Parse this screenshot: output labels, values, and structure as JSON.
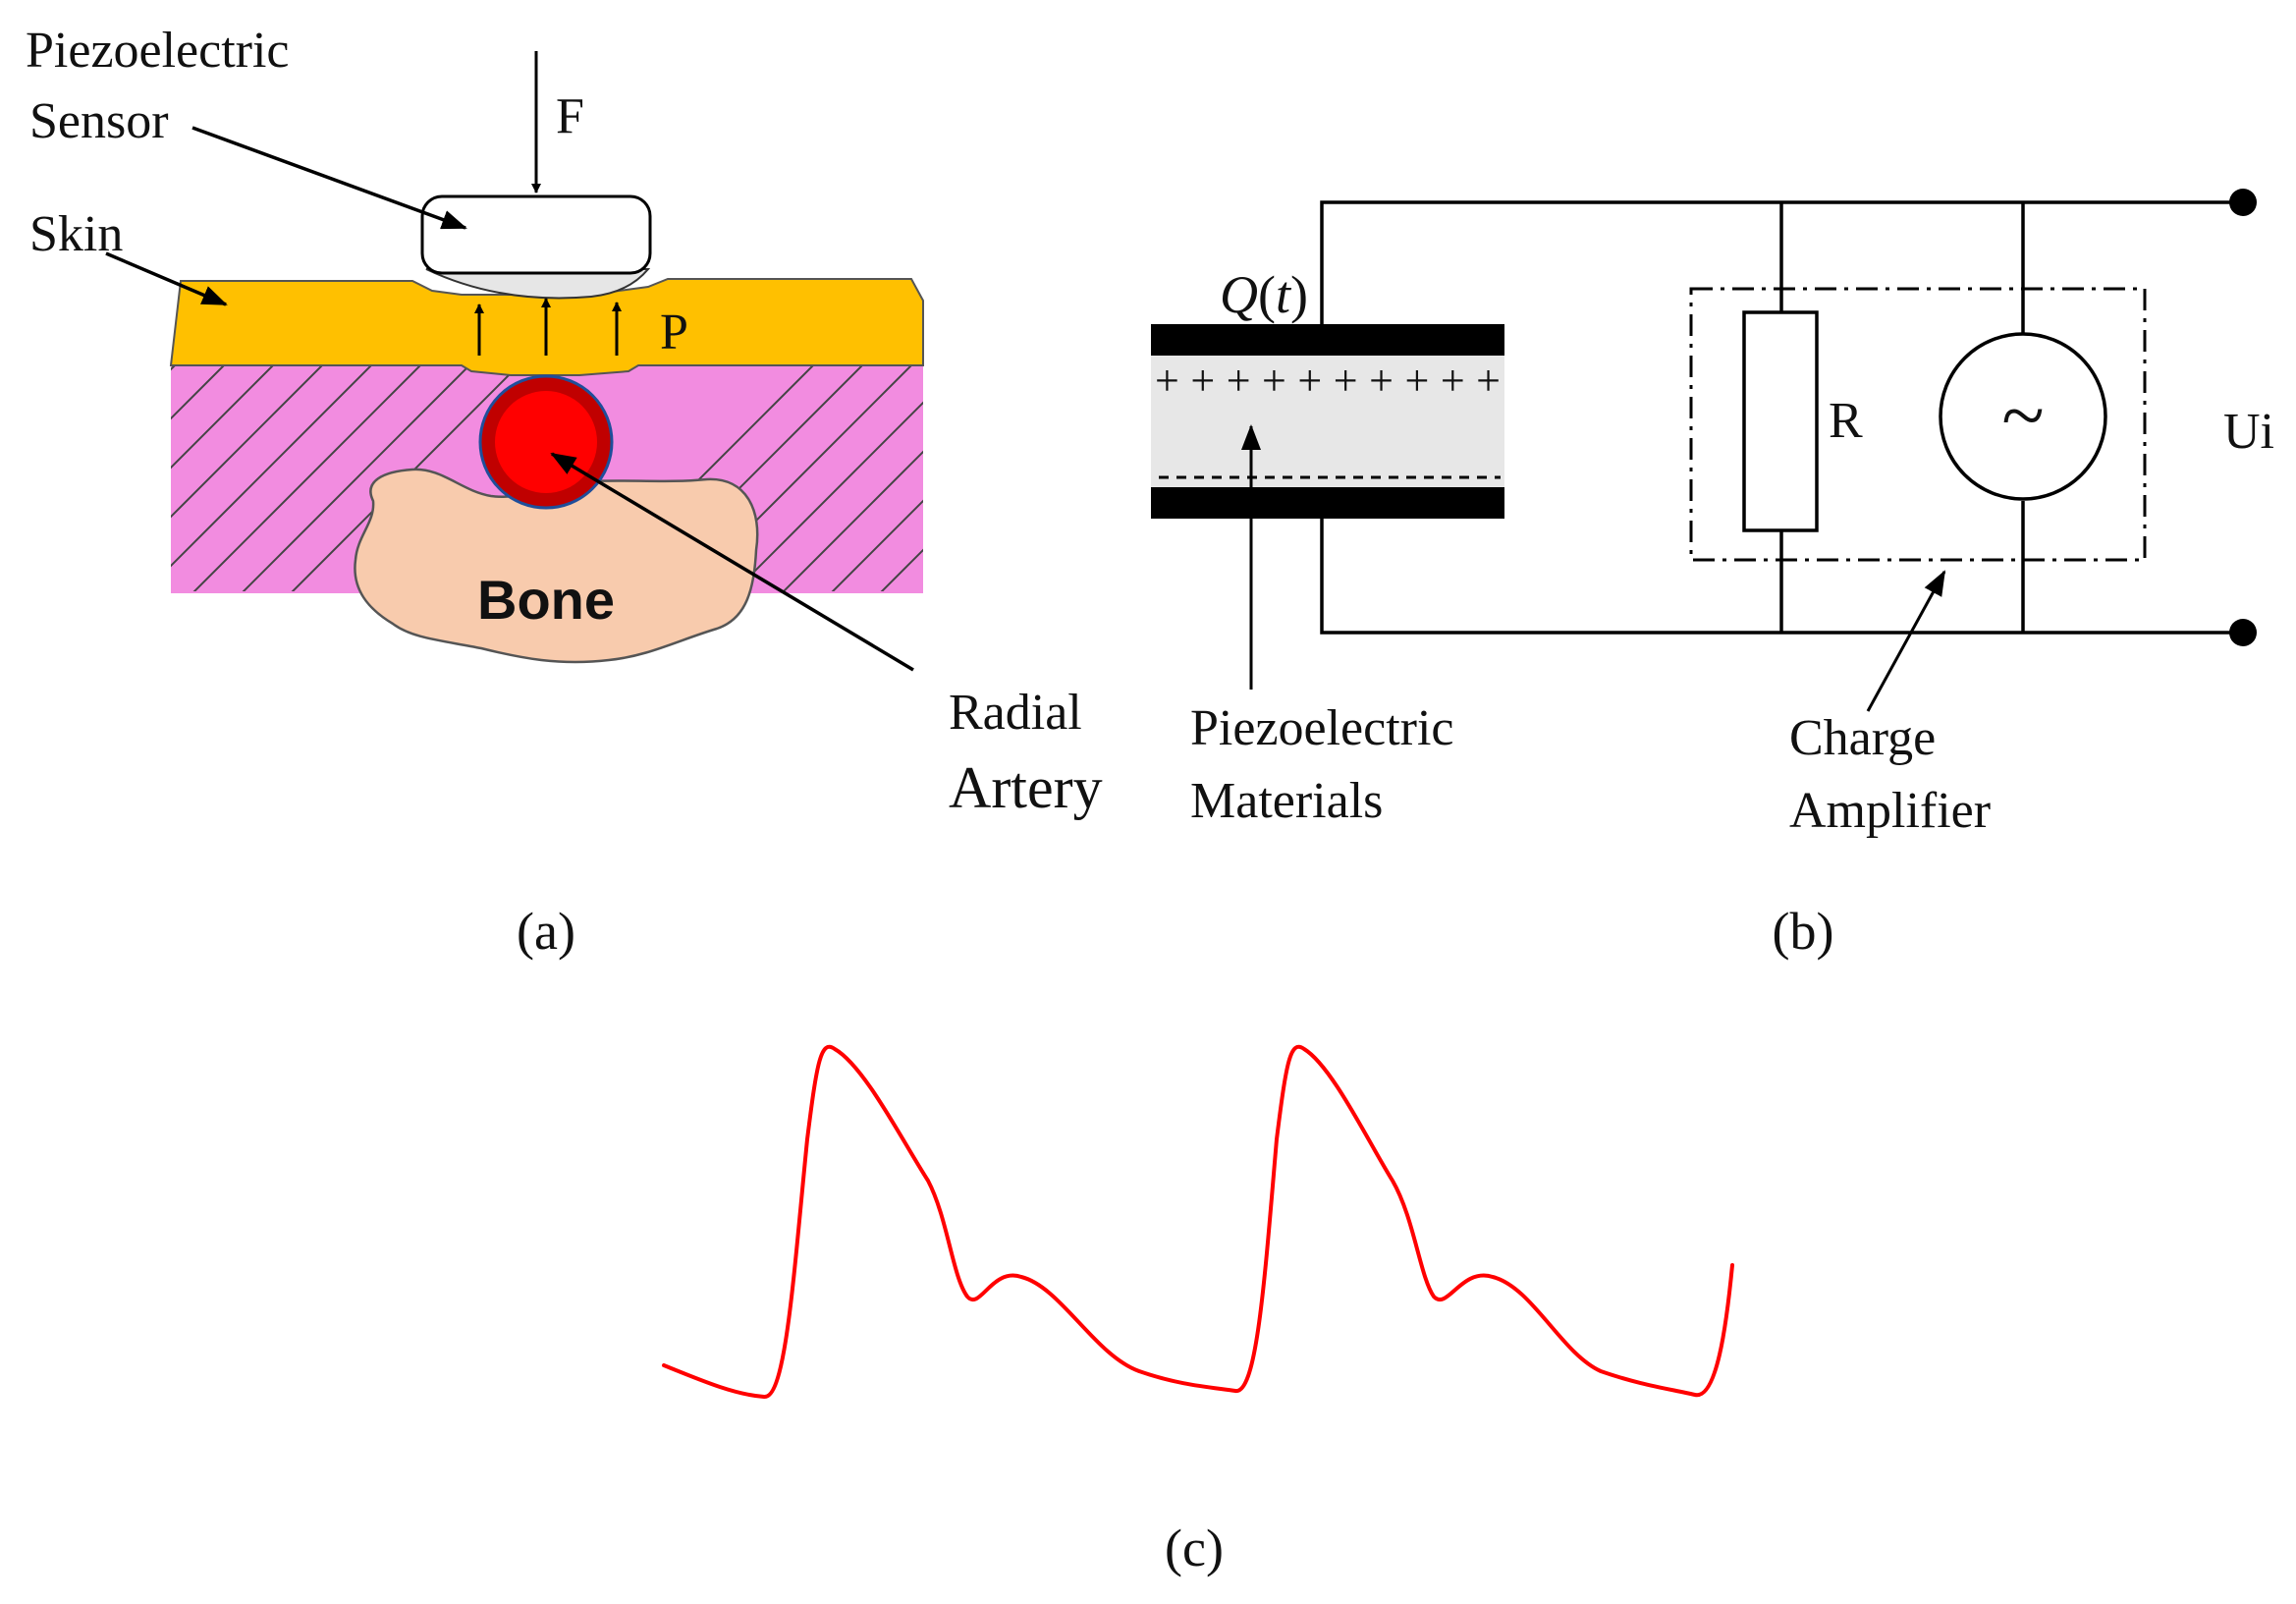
{
  "panel_a": {
    "sensor_label_line1": "Piezoelectric",
    "sensor_label_line2": "Sensor",
    "force_label": "F",
    "skin_label": "Skin",
    "pressure_label": "P",
    "bone_label": "Bone",
    "artery_label_line1": "Radial",
    "artery_label_line2": "Artery",
    "caption": "(a)",
    "colors": {
      "skin": "#FFC000",
      "tissue": "#F28CE0",
      "bone": "#F8CBAD",
      "artery_outer": "#C00000",
      "artery_inner": "#FF0000"
    }
  },
  "panel_b": {
    "charge_label_Q": "Q",
    "charge_label_paren_open": "(",
    "charge_label_t": "t",
    "charge_label_paren_close": ")",
    "plus_signs": "++++++++++",
    "resistor_label": "R",
    "source_symbol": "~",
    "output_label": "Ui",
    "material_label_line1": "Piezoelectric",
    "material_label_line2": "Materials",
    "amplifier_label_line1": "Charge",
    "amplifier_label_line2": "Amplifier",
    "caption": "(b)"
  },
  "panel_c": {
    "caption": "(c)",
    "waveform_color": "#FF0000"
  }
}
